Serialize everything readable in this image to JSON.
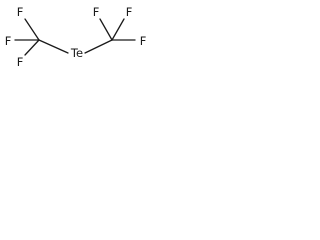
{
  "molecule": {
    "atoms": {
      "f_upper_left": "F",
      "f_left": "F",
      "f_lower_left": "F",
      "te": "Te",
      "f_upper_mid": "F",
      "f_upper_right": "F",
      "f_right": "F"
    }
  }
}
